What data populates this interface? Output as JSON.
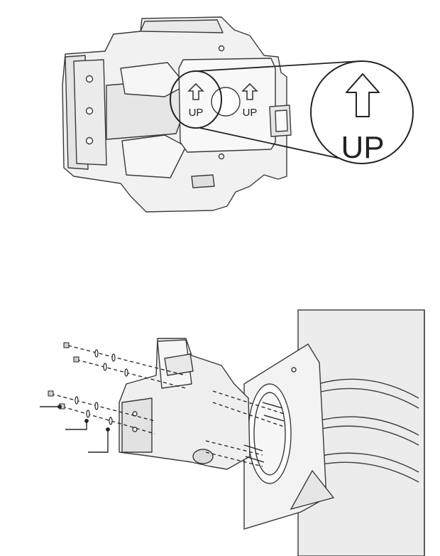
{
  "figure_top": {
    "arrow_label_1": "UP",
    "arrow_label_2": "UP",
    "callout_label": "UP"
  },
  "figure_bottom": {
    "callouts": [
      "",
      "",
      ""
    ]
  },
  "colors": {
    "part_fill": "#f1f1f1",
    "part_shade": "#dcdcdc",
    "stroke": "#3a3a3a",
    "pole_fill": "#ececec"
  }
}
